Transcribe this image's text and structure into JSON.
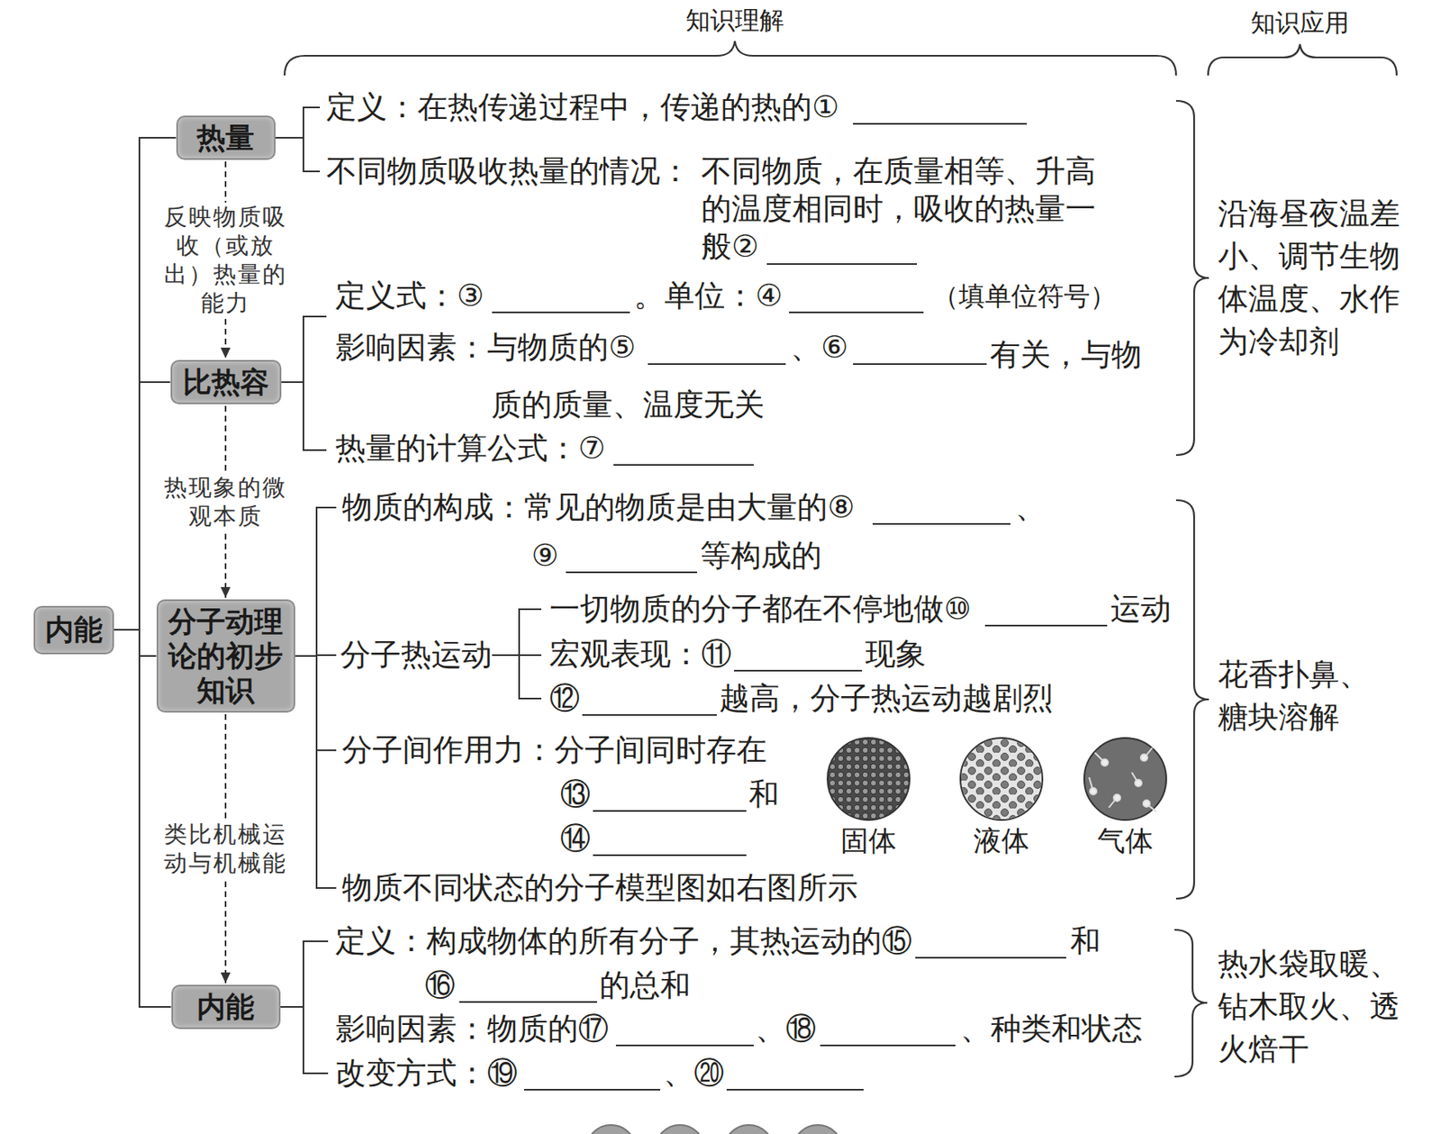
{
  "diagram": {
    "nodes": [
      {
        "text": [
          "内能"
        ]
      },
      {
        "text": [
          "热量"
        ]
      },
      {
        "text": [
          "比热容"
        ]
      },
      {
        "text": [
          "分子动理论的初步知识"
        ]
      },
      {
        "text": [
          "内能"
        ]
      }
    ],
    "edges": [
      {
        "from": 0,
        "to": 1,
        "arrow": "none"
      },
      {
        "from": 0,
        "to": 2,
        "arrow": "none"
      },
      {
        "from": 0,
        "to": 3,
        "arrow": "none"
      },
      {
        "from": 0,
        "to": 4,
        "arrow": "none"
      },
      {
        "from": 1,
        "to": 2,
        "label": "反映物质吸收（或放出）热量的能力",
        "arrow": "to"
      },
      {
        "from": 2,
        "to": 3,
        "label": "热现象的微观本质",
        "arrow": "to"
      },
      {
        "from": 3,
        "to": 4,
        "label": "类比机械运动与机械能",
        "arrow": "to"
      }
    ],
    "labels": [
      "知识理解",
      "知识应用",
      "定义：在热传递过程中，传递的热的①",
      "不同物质吸收热量的情况：",
      "不同物质，在质量相等、升高的温度相同时，吸收的热量一般②",
      "定义式：③",
      "。单位：④",
      "（填单位符号）",
      "影响因素：与物质的⑤",
      "、⑥",
      "有关，与物质的质量、温度无关",
      "热量的计算公式：⑦",
      "沿海昼夜温差小、调节生物体温度、水作为冷却剂",
      "物质的构成：常见的物质是由大量的⑧",
      "、",
      "⑨",
      "等构成的",
      "分子热运动",
      "一切物质的分子都在不停地做⑩",
      "运动",
      "宏观表现：⑪",
      "现象",
      "⑫",
      "越高，分子热运动越剧烈",
      "分子间作用力：分子间同时存在",
      "⑬",
      "和",
      "⑭",
      "固体",
      "液体",
      "气体",
      "物质不同状态的分子模型图如右图所示",
      "花香扑鼻、糖块溶解",
      "定义：构成物体的所有分子，其热运动的⑮",
      "和",
      "⑯",
      "的总和",
      "影响因素：物质的⑰",
      "、⑱",
      "、种类和状态",
      "改变方式：⑲",
      "、⑳",
      "热水袋取暖、钻木取火、透火焙干"
    ]
  }
}
